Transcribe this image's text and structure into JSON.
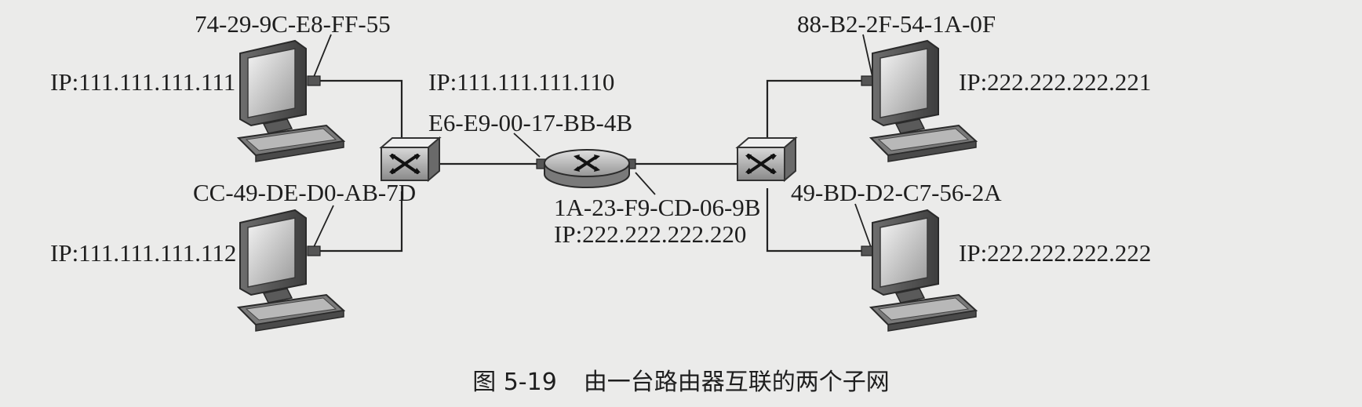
{
  "hosts": {
    "top_left": {
      "mac": "74-29-9C-E8-FF-55",
      "ip": "IP:111.111.111.111"
    },
    "bottom_left": {
      "mac": "CC-49-DE-D0-AB-7D",
      "ip": "IP:111.111.111.112"
    },
    "top_right": {
      "mac": "88-B2-2F-54-1A-0F",
      "ip": "IP:222.222.222.221"
    },
    "bottom_right": {
      "mac": "49-BD-D2-C7-56-2A",
      "ip": "IP:222.222.222.222"
    }
  },
  "router": {
    "left_interface": {
      "ip": "IP:111.111.111.110",
      "mac": "E6-E9-00-17-BB-4B"
    },
    "right_interface": {
      "mac": "1A-23-F9-CD-06-9B",
      "ip": "IP:222.222.222.220"
    }
  },
  "caption": {
    "number": "图 5-19",
    "text": "由一台路由器互联的两个子网"
  },
  "colors": {
    "background": "#ebebea",
    "line": "#222222",
    "device": "#8f8f8f"
  }
}
